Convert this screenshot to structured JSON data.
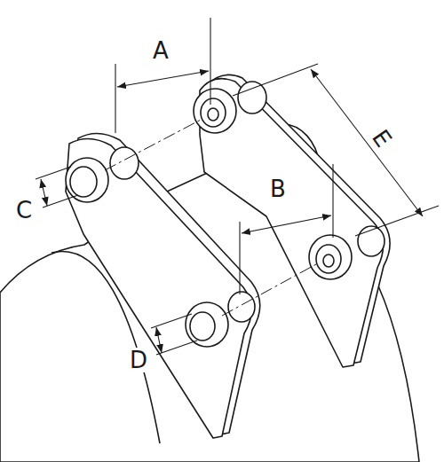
{
  "diagram": {
    "labels": [
      "A",
      "E",
      "B",
      "C",
      "D"
    ]
  }
}
